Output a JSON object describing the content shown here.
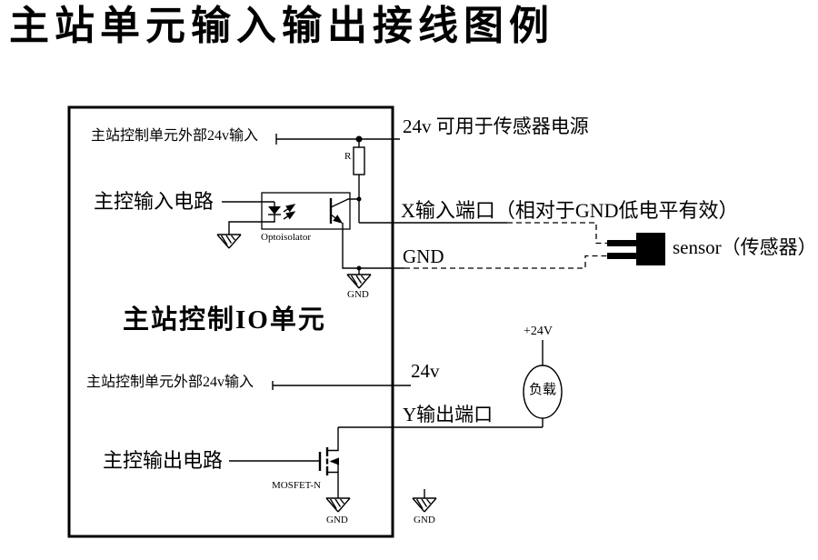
{
  "title": "主站单元输入输出接线图例",
  "colors": {
    "line": "#000000",
    "background": "#ffffff"
  },
  "diagram": {
    "main_unit": {
      "label": "主站控制IO单元"
    },
    "labels": {
      "external_24v_input_top": "主站控制单元外部24v输入",
      "sensor_power_24v": "24v 可用于传感器电源",
      "input_circuit": "主控输入电路",
      "optoisolator": "Optoisolator",
      "resistor": "R",
      "x_input_port": "X输入端口（相对于GND低电平有效）",
      "gnd_port": "GND",
      "gnd_under_port": "GND",
      "sensor": "sensor（传感器）",
      "external_24v_input_bottom": "主站控制单元外部24v输入",
      "v24": "24v",
      "plus_24v": "+24V",
      "load": "负载",
      "y_output_port": "Y输出端口",
      "output_circuit": "主控输出电路",
      "mosfet": "MOSFET-N",
      "gnd_mosfet": "GND",
      "gnd_external": "GND"
    }
  }
}
